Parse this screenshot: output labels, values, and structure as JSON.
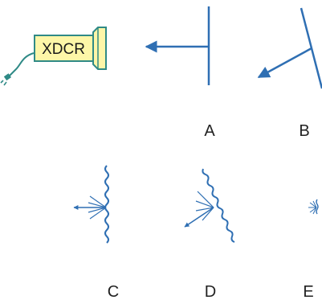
{
  "transducer": {
    "label": "XDCR",
    "body_color": "#fdf6a8",
    "outline_color": "#2f8a86",
    "cable_color": "#2f8a86"
  },
  "colors": {
    "line": "#2f6fb3",
    "text": "#222222"
  },
  "panels": [
    {
      "id": "A",
      "label": "A",
      "description": "flat-specular"
    },
    {
      "id": "B",
      "label": "B",
      "description": "angled-specular"
    },
    {
      "id": "C",
      "label": "C",
      "description": "rough-scattering"
    },
    {
      "id": "D",
      "label": "D",
      "description": "angled-rough-scattering"
    },
    {
      "id": "E",
      "label": "E",
      "description": "small-scatterer"
    }
  ]
}
